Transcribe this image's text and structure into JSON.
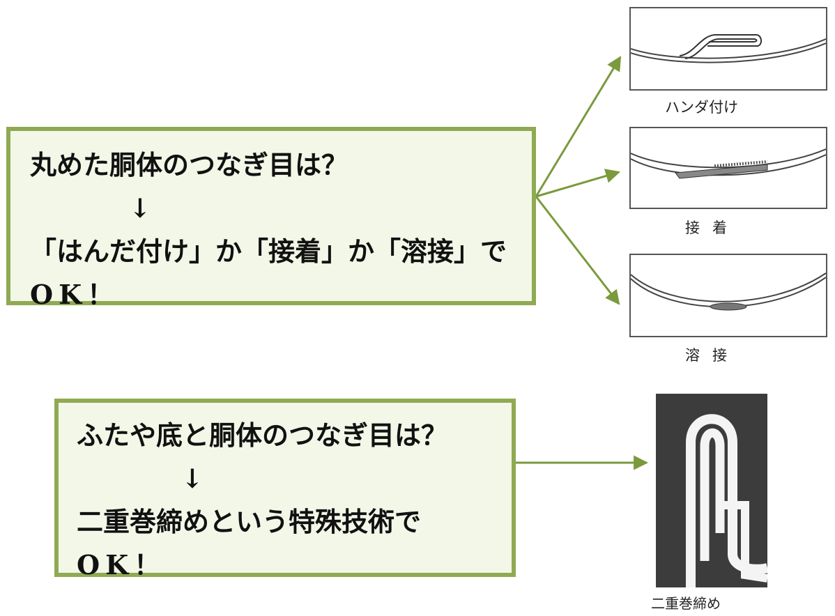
{
  "box_top": {
    "line1": "丸めた胴体のつなぎ目は？",
    "arrow": "↓",
    "line3": "「はんだ付け」か「接着」か「溶接」で",
    "line4": "OK！"
  },
  "box_bottom": {
    "line1": "ふたや底と胴体のつなぎ目は？",
    "arrow": "↓",
    "line3": "二重巻締めという特殊技術で",
    "line4": "OK！"
  },
  "figures": [
    {
      "caption": "ハンダ付け"
    },
    {
      "caption": "接着"
    },
    {
      "caption": "溶接"
    },
    {
      "caption": "二重巻締め"
    }
  ],
  "colors": {
    "box_border": "#8faa52",
    "box_fill": "#f2f7e8",
    "arrow": "#7a9a3c"
  }
}
